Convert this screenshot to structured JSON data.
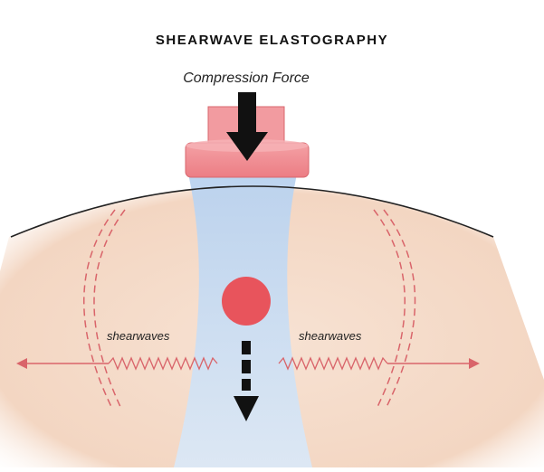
{
  "diagram": {
    "title": "SHEARWAVE ELASTOGRAPHY",
    "force_label": "Compression Force",
    "shearwave_left_label": "shearwaves",
    "shearwave_right_label": "shearwaves"
  },
  "colors": {
    "tissue": "#f5dccb",
    "beam": "#c6dcf3",
    "probe": "#ef7f86",
    "lesion": "#e8545c",
    "wave": "#d9646a",
    "outline": "#222222",
    "arrow": "#111111"
  }
}
